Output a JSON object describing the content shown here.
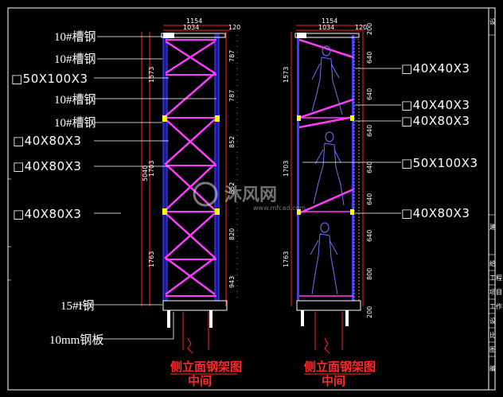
{
  "left_labels": {
    "l1": "10#槽钢",
    "l2": "10#槽钢",
    "l3": "□50X100X3",
    "l4": "10#槽钢",
    "l5": "10#槽钢",
    "l6": "□40X80X3",
    "l7": "□40X80X3",
    "l8": "□40X80X3",
    "l9": "15#I钢",
    "l10": "10mm钢板"
  },
  "right_labels": {
    "r1": "□40X40X3",
    "r2": "□40X40X3",
    "r3": "□40X80X3",
    "r4": "□50X100X3",
    "r5": "□40X80X3"
  },
  "dims_left": {
    "top_total": "1154",
    "top_inner": "1034",
    "top_right": "120",
    "v_total": "5040",
    "v_top": "1573",
    "v_mid": "1703",
    "v_bot": "1763",
    "r_a": "787",
    "r_b": "787",
    "r_c": "852",
    "r_d": "852",
    "r_e": "820",
    "r_f": "943"
  },
  "dims_right": {
    "top_total": "1154",
    "top_inner": "1034",
    "top_right": "120",
    "top_v": "200",
    "v_top": "1573",
    "v_mid": "1703",
    "v_bot": "1763",
    "s1": "640",
    "s2": "640",
    "s3": "640",
    "s4": "640",
    "s5": "640",
    "s6": "640",
    "s7": "800",
    "s8": "200"
  },
  "titles": {
    "left_main": "侧立面钢架图",
    "left_sub": "中间",
    "right_main": "侧立面钢架图",
    "right_sub": "中间"
  },
  "watermark": {
    "brand": "沐风网",
    "url": "www.mfcad.com"
  },
  "title_block": {
    "t1": "设",
    "t2": "建",
    "t3": "给",
    "t4": "工程",
    "t5": "项目",
    "t6": "工作",
    "t7": "设",
    "t8": "比",
    "t9": "图",
    "t10": "编"
  },
  "colors": {
    "frame": "#ff2020",
    "brace": "#ff3cff",
    "post": "#3c3cff",
    "node": "#ffff00",
    "figure": "#7070ff"
  }
}
